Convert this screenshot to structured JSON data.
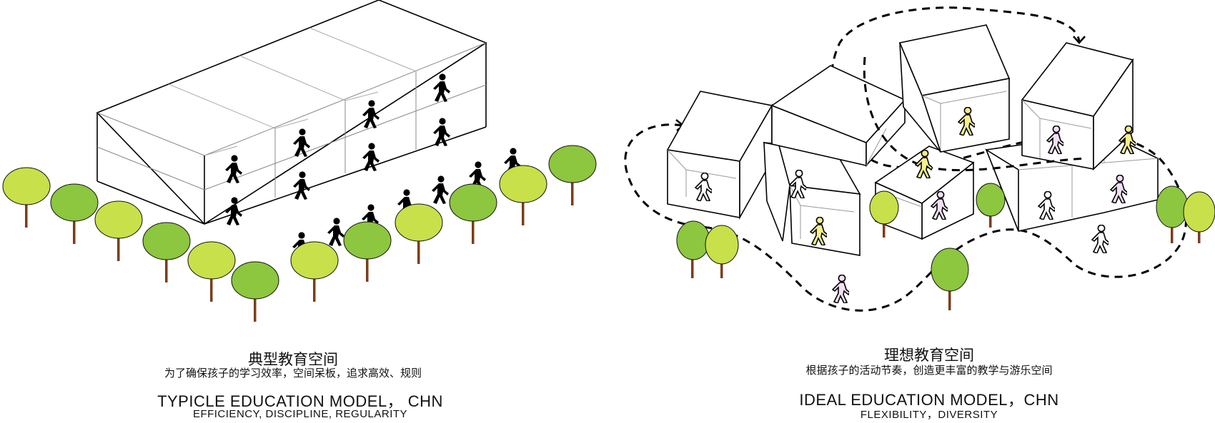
{
  "left_panel": {
    "title_cn": "典型教育空间",
    "subtitle_cn": "为了确保孩子的学习效率，空间呆板，追求高效、规则",
    "title_en": "TYPICLE EDUCATION MODEL，  CHN",
    "subtitle_en": "EFFICIENCY, DISCIPLINE, REGULARITY",
    "walker_color": "#000000"
  },
  "right_panel": {
    "title_cn": "理想教育空间",
    "subtitle_cn": "根据孩子的活动节奏，创造更丰富的教学与游乐空间",
    "title_en": "IDEAL EDUCATION MODEL，CHN",
    "subtitle_en": "FLEXIBILITY，DIVERSITY",
    "walker_colors": [
      "#f6ef8c",
      "#f3dff5",
      "#ffffff"
    ]
  },
  "colors": {
    "tree_dark": "#8dc63f",
    "tree_light": "#c8e04a",
    "trunk": "#7a3e1b",
    "line": "#000000"
  }
}
